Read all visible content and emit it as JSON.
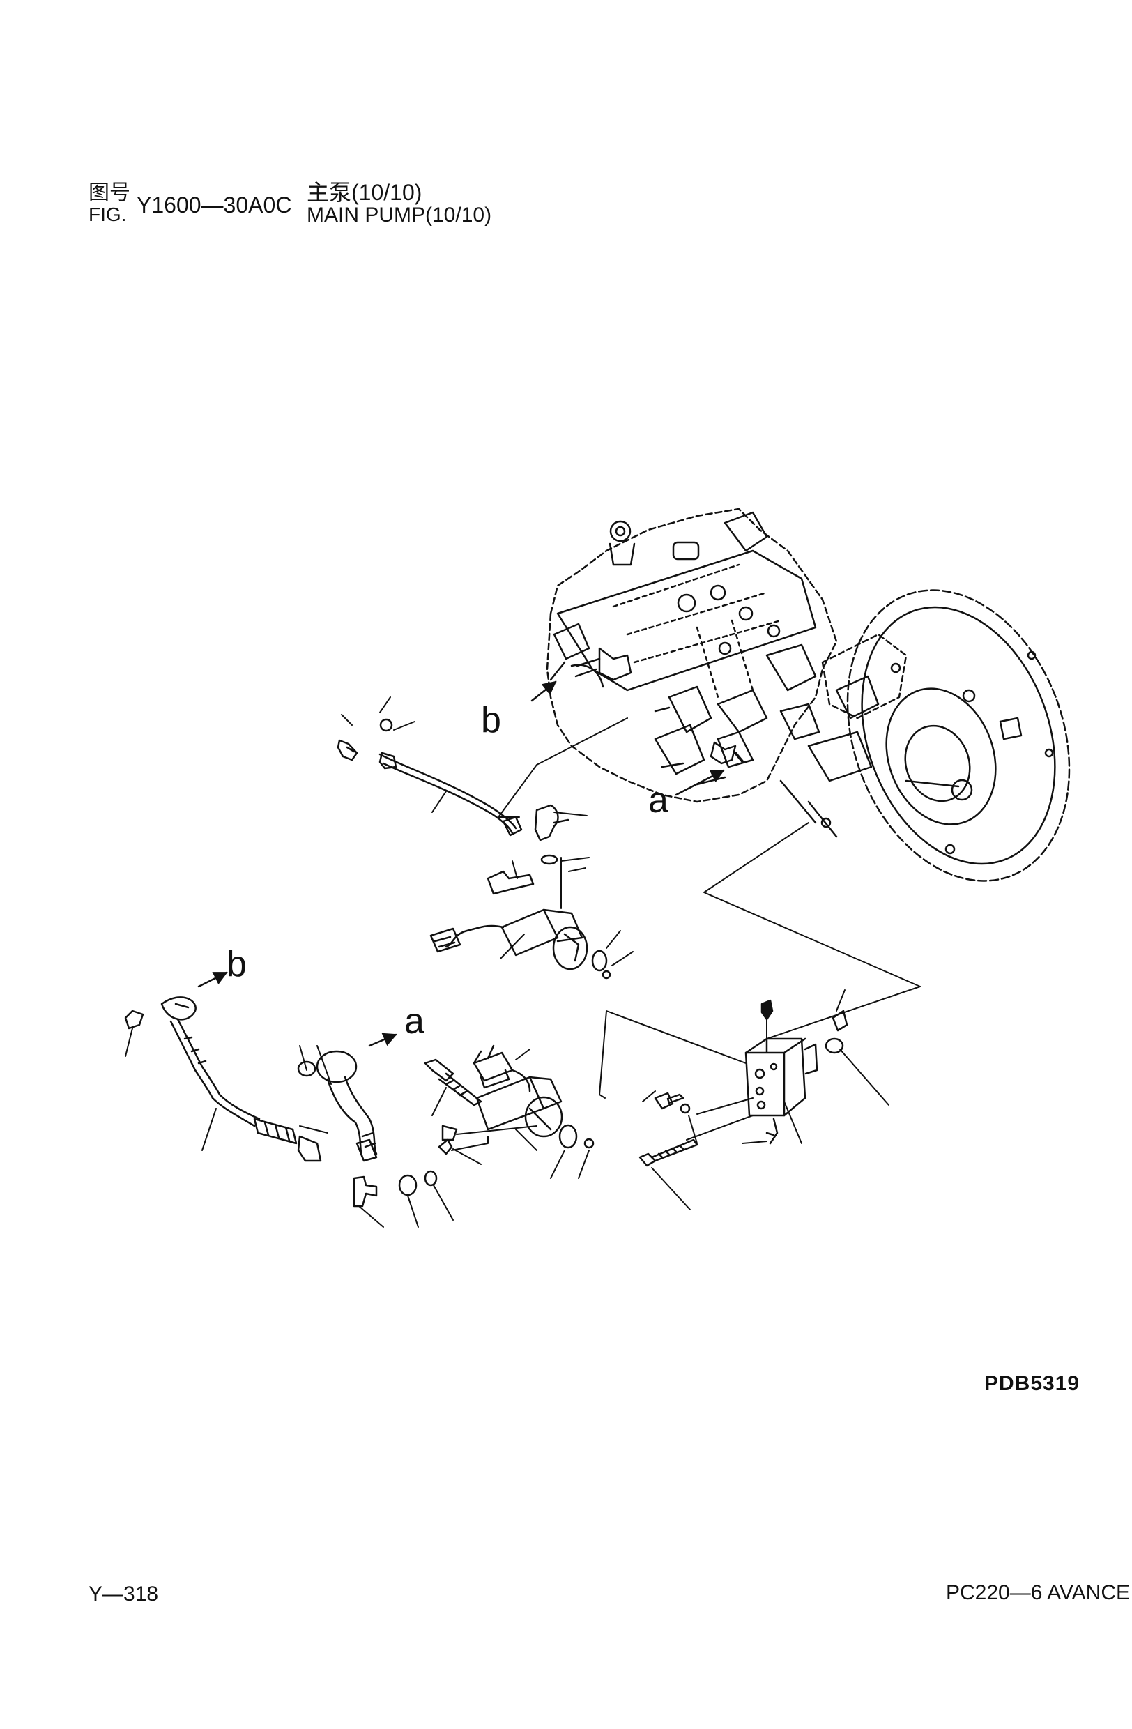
{
  "header": {
    "fig_label_cn": "图号",
    "fig_label_en": "FIG.",
    "fig_number": "Y1600—30A0C",
    "title_cn": "主泵(10/10)",
    "title_en": "MAIN PUMP(10/10)"
  },
  "drawing": {
    "callouts": {
      "upper_b": "b",
      "upper_a": "a",
      "lower_b": "b",
      "lower_a": "a"
    },
    "reference_code": "PDB5319"
  },
  "footer": {
    "page_number": "Y—318",
    "model": "PC220—6 AVANCE"
  },
  "colors": {
    "ink": "#111111",
    "paper": "#ffffff"
  }
}
